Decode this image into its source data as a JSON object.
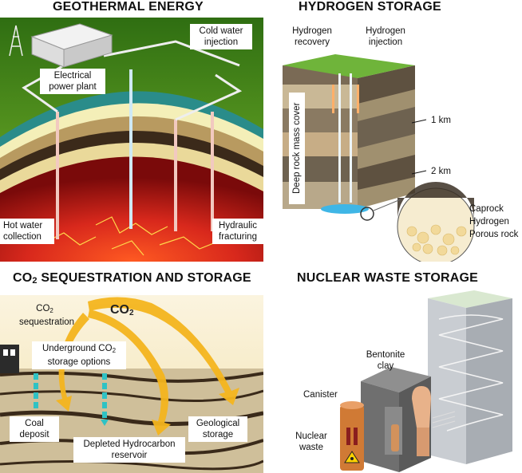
{
  "geothermal": {
    "title": "GEOTHERMAL ENERGY",
    "cold_water_1": "Cold water",
    "cold_water_2": "injection",
    "plant_1": "Electrical",
    "plant_2": "power plant",
    "hot_water_1": "Hot water",
    "hot_water_2": "collection",
    "hydraulic_1": "Hydraulic",
    "hydraulic_2": "fracturing"
  },
  "hydrogen": {
    "title": "HYDROGEN STORAGE",
    "recovery_1": "Hydrogen",
    "recovery_2": "recovery",
    "injection_1": "Hydrogen",
    "injection_2": "injection",
    "deep_rock": "Deep rock mass cover",
    "km1": "1 km",
    "km2": "2 km",
    "caprock": "Caprock",
    "hydrogen": "Hydrogen",
    "porous": "Porous rock"
  },
  "co2": {
    "title_a": "CO",
    "title_sub": "2",
    "title_b": " SEQUESTRATION AND STORAGE",
    "seq_1a": "CO",
    "seq_1sub": "2",
    "seq_2": "sequestration",
    "arrow_label_a": "CO",
    "arrow_label_sub": "2",
    "underground_1a": "Underground CO",
    "underground_1sub": "2",
    "underground_2": "storage options",
    "coal_1": "Coal",
    "coal_2": "deposit",
    "depleted_1": "Depleted Hydrocarbon",
    "depleted_2": "reservoir",
    "geo_1": "Geological",
    "geo_2": "storage"
  },
  "nuclear": {
    "title": "NUCLEAR WASTE STORAGE",
    "bentonite_1": "Bentonite",
    "bentonite_2": "clay",
    "canister": "Canister",
    "waste_1": "Nuclear",
    "waste_2": "waste"
  },
  "colors": {
    "grass": "#6aa832",
    "magma": "#d8281c",
    "co2_arrow": "#f4b51e",
    "water": "#3fb6e6"
  }
}
